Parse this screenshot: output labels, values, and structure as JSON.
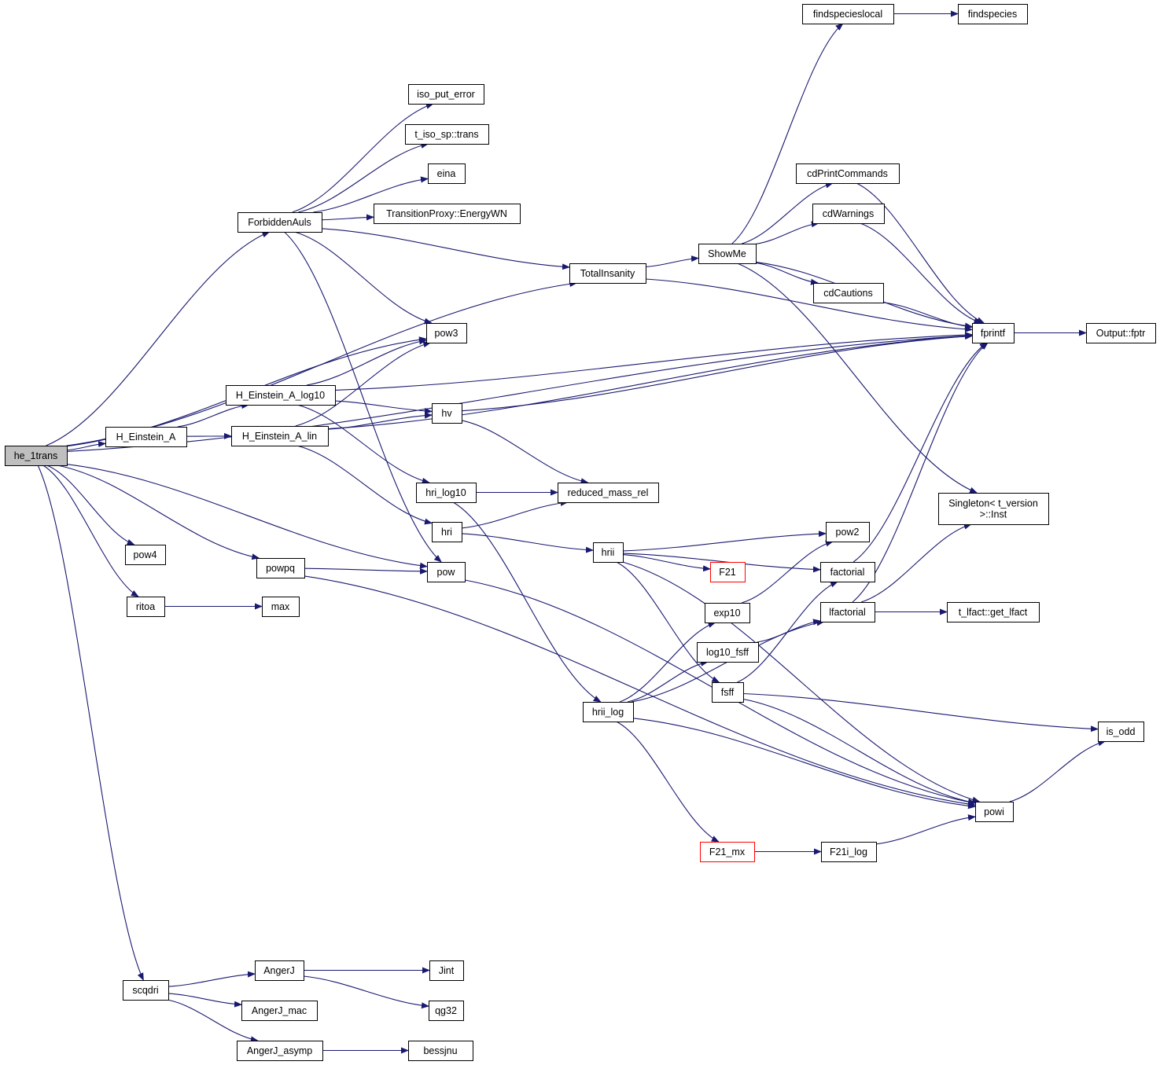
{
  "nodes": [
    {
      "id": "he_1trans",
      "lines": [
        "he_1trans"
      ],
      "root": true
    },
    {
      "id": "H_Einstein_A",
      "lines": [
        "H_Einstein_A"
      ]
    },
    {
      "id": "ForbiddenAuls",
      "lines": [
        "ForbiddenAuls"
      ]
    },
    {
      "id": "TotalInsanity",
      "lines": [
        "TotalInsanity"
      ]
    },
    {
      "id": "pow3",
      "lines": [
        "pow3"
      ]
    },
    {
      "id": "fprintf",
      "lines": [
        "fprintf"
      ]
    },
    {
      "id": "pow4",
      "lines": [
        "pow4"
      ]
    },
    {
      "id": "powpq",
      "lines": [
        "powpq"
      ]
    },
    {
      "id": "pow",
      "lines": [
        "pow"
      ]
    },
    {
      "id": "ritoa",
      "lines": [
        "ritoa"
      ]
    },
    {
      "id": "max",
      "lines": [
        "max"
      ]
    },
    {
      "id": "scqdri",
      "lines": [
        "scqdri"
      ]
    },
    {
      "id": "H_Einstein_A_log10",
      "lines": [
        "H_Einstein_A_log10"
      ]
    },
    {
      "id": "H_Einstein_A_lin",
      "lines": [
        "H_Einstein_A_lin"
      ]
    },
    {
      "id": "iso_put_error",
      "lines": [
        "iso_put_error"
      ]
    },
    {
      "id": "t_iso_sp_trans",
      "lines": [
        "t_iso_sp::trans"
      ]
    },
    {
      "id": "eina",
      "lines": [
        "eina"
      ]
    },
    {
      "id": "TransitionProxy_EnergyWN",
      "lines": [
        "TransitionProxy::EnergyWN"
      ]
    },
    {
      "id": "hv",
      "lines": [
        "hv"
      ]
    },
    {
      "id": "hri_log10",
      "lines": [
        "hri_log10"
      ]
    },
    {
      "id": "hri",
      "lines": [
        "hri"
      ]
    },
    {
      "id": "reduced_mass_rel",
      "lines": [
        "reduced_mass_rel"
      ]
    },
    {
      "id": "hrii",
      "lines": [
        "hrii"
      ]
    },
    {
      "id": "hrii_log",
      "lines": [
        "hrii_log"
      ]
    },
    {
      "id": "ShowMe",
      "lines": [
        "ShowMe"
      ]
    },
    {
      "id": "findspecieslocal",
      "lines": [
        "findspecieslocal"
      ]
    },
    {
      "id": "findspecies",
      "lines": [
        "findspecies"
      ]
    },
    {
      "id": "cdPrintCommands",
      "lines": [
        "cdPrintCommands"
      ]
    },
    {
      "id": "cdWarnings",
      "lines": [
        "cdWarnings"
      ]
    },
    {
      "id": "cdCautions",
      "lines": [
        "cdCautions"
      ]
    },
    {
      "id": "Singleton_Inst",
      "lines": [
        "Singleton< t_version",
        ">::Inst"
      ]
    },
    {
      "id": "Output_fptr",
      "lines": [
        "Output::fptr"
      ]
    },
    {
      "id": "pow2",
      "lines": [
        "pow2"
      ]
    },
    {
      "id": "F21",
      "lines": [
        "F21"
      ],
      "red": true
    },
    {
      "id": "factorial",
      "lines": [
        "factorial"
      ]
    },
    {
      "id": "exp10",
      "lines": [
        "exp10"
      ]
    },
    {
      "id": "lfactorial",
      "lines": [
        "lfactorial"
      ]
    },
    {
      "id": "log10_fsff",
      "lines": [
        "log10_fsff"
      ]
    },
    {
      "id": "fsff",
      "lines": [
        "fsff"
      ]
    },
    {
      "id": "t_lfact_get_lfact",
      "lines": [
        "t_lfact::get_lfact"
      ]
    },
    {
      "id": "is_odd",
      "lines": [
        "is_odd"
      ]
    },
    {
      "id": "powi",
      "lines": [
        "powi"
      ]
    },
    {
      "id": "F21_mx",
      "lines": [
        "F21_mx"
      ],
      "red": true
    },
    {
      "id": "F21i_log",
      "lines": [
        "F21i_log"
      ]
    },
    {
      "id": "AngerJ",
      "lines": [
        "AngerJ"
      ]
    },
    {
      "id": "AngerJ_mac",
      "lines": [
        "AngerJ_mac"
      ]
    },
    {
      "id": "AngerJ_asymp",
      "lines": [
        "AngerJ_asymp"
      ]
    },
    {
      "id": "Jint",
      "lines": [
        "Jint"
      ]
    },
    {
      "id": "qg32",
      "lines": [
        "qg32"
      ]
    },
    {
      "id": "bessjnu",
      "lines": [
        "bessjnu"
      ]
    }
  ],
  "edges": [
    [
      "he_1trans",
      "fprintf"
    ],
    [
      "he_1trans",
      "ForbiddenAuls"
    ],
    [
      "he_1trans",
      "TotalInsanity"
    ],
    [
      "he_1trans",
      "pow3"
    ],
    [
      "he_1trans",
      "H_Einstein_A"
    ],
    [
      "he_1trans",
      "pow"
    ],
    [
      "he_1trans",
      "powpq"
    ],
    [
      "he_1trans",
      "pow4"
    ],
    [
      "he_1trans",
      "ritoa"
    ],
    [
      "he_1trans",
      "scqdri"
    ],
    [
      "H_Einstein_A",
      "H_Einstein_A_log10"
    ],
    [
      "H_Einstein_A",
      "H_Einstein_A_lin"
    ],
    [
      "ForbiddenAuls",
      "iso_put_error"
    ],
    [
      "ForbiddenAuls",
      "t_iso_sp_trans"
    ],
    [
      "ForbiddenAuls",
      "eina"
    ],
    [
      "ForbiddenAuls",
      "TransitionProxy_EnergyWN"
    ],
    [
      "ForbiddenAuls",
      "TotalInsanity"
    ],
    [
      "ForbiddenAuls",
      "pow3"
    ],
    [
      "ForbiddenAuls",
      "pow"
    ],
    [
      "TotalInsanity",
      "ShowMe"
    ],
    [
      "TotalInsanity",
      "fprintf"
    ],
    [
      "H_Einstein_A_log10",
      "pow3"
    ],
    [
      "H_Einstein_A_log10",
      "fprintf"
    ],
    [
      "H_Einstein_A_log10",
      "hv"
    ],
    [
      "H_Einstein_A_log10",
      "hri_log10"
    ],
    [
      "H_Einstein_A_lin",
      "pow3"
    ],
    [
      "H_Einstein_A_lin",
      "hv"
    ],
    [
      "H_Einstein_A_lin",
      "fprintf"
    ],
    [
      "H_Einstein_A_lin",
      "hri"
    ],
    [
      "hv",
      "fprintf"
    ],
    [
      "hv",
      "reduced_mass_rel"
    ],
    [
      "hri_log10",
      "reduced_mass_rel"
    ],
    [
      "hri_log10",
      "hrii_log"
    ],
    [
      "hri",
      "reduced_mass_rel"
    ],
    [
      "hri",
      "hrii"
    ],
    [
      "powpq",
      "pow"
    ],
    [
      "powpq",
      "powi"
    ],
    [
      "pow",
      "powi"
    ],
    [
      "ritoa",
      "max"
    ],
    [
      "ShowMe",
      "findspecieslocal"
    ],
    [
      "ShowMe",
      "cdPrintCommands"
    ],
    [
      "ShowMe",
      "cdWarnings"
    ],
    [
      "ShowMe",
      "fprintf"
    ],
    [
      "ShowMe",
      "cdCautions"
    ],
    [
      "ShowMe",
      "Singleton_Inst"
    ],
    [
      "findspecieslocal",
      "findspecies"
    ],
    [
      "cdPrintCommands",
      "fprintf"
    ],
    [
      "cdWarnings",
      "fprintf"
    ],
    [
      "cdCautions",
      "fprintf"
    ],
    [
      "fprintf",
      "Output_fptr"
    ],
    [
      "hrii",
      "pow2"
    ],
    [
      "hrii",
      "factorial"
    ],
    [
      "hrii",
      "F21"
    ],
    [
      "hrii",
      "fsff"
    ],
    [
      "hrii",
      "powi"
    ],
    [
      "hrii_log",
      "exp10"
    ],
    [
      "hrii_log",
      "log10_fsff"
    ],
    [
      "hrii_log",
      "lfactorial"
    ],
    [
      "hrii_log",
      "powi"
    ],
    [
      "hrii_log",
      "F21_mx"
    ],
    [
      "exp10",
      "pow2"
    ],
    [
      "log10_fsff",
      "lfactorial"
    ],
    [
      "fsff",
      "factorial"
    ],
    [
      "fsff",
      "is_odd"
    ],
    [
      "fsff",
      "powi"
    ],
    [
      "factorial",
      "fprintf"
    ],
    [
      "lfactorial",
      "fprintf"
    ],
    [
      "lfactorial",
      "Singleton_Inst"
    ],
    [
      "lfactorial",
      "t_lfact_get_lfact"
    ],
    [
      "F21_mx",
      "F21i_log"
    ],
    [
      "F21i_log",
      "powi"
    ],
    [
      "powi",
      "is_odd"
    ],
    [
      "scqdri",
      "AngerJ"
    ],
    [
      "scqdri",
      "AngerJ_mac"
    ],
    [
      "scqdri",
      "AngerJ_asymp"
    ],
    [
      "AngerJ",
      "Jint"
    ],
    [
      "AngerJ",
      "qg32"
    ],
    [
      "AngerJ_asymp",
      "bessjnu"
    ]
  ]
}
